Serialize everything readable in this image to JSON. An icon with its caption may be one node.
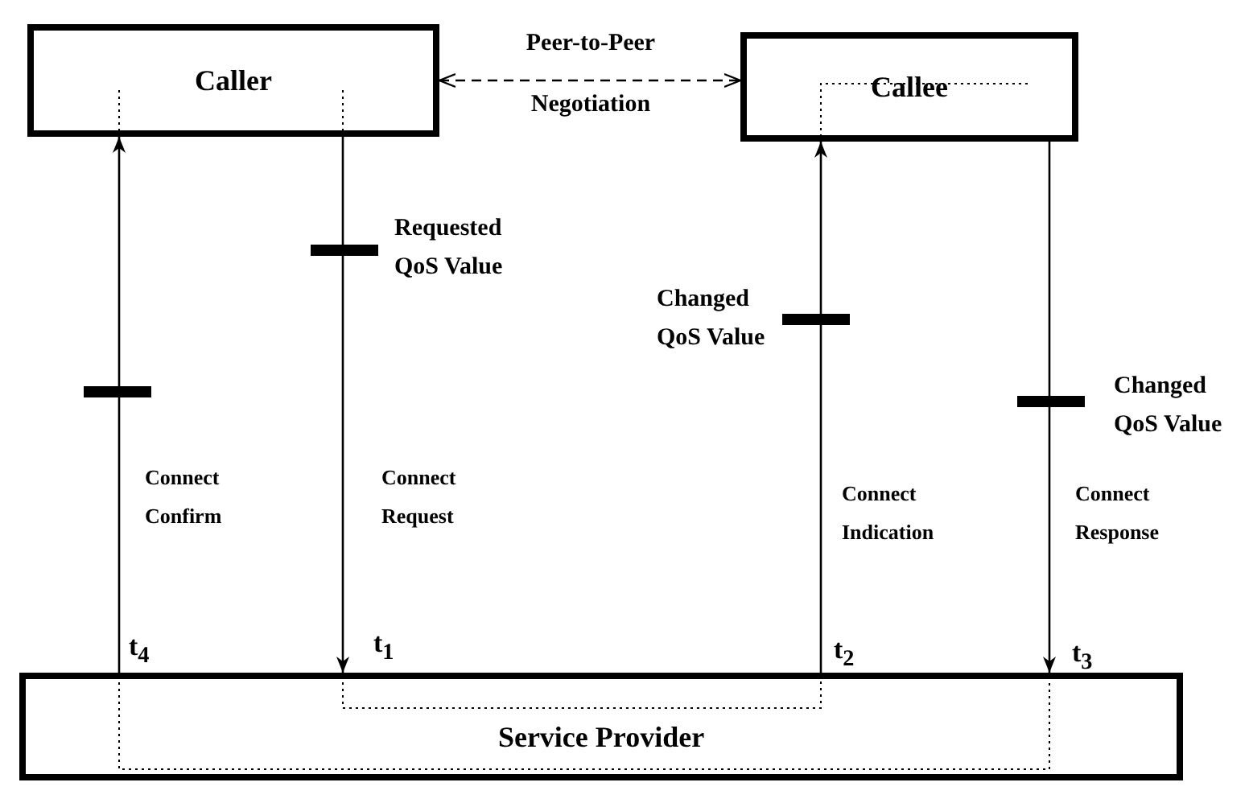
{
  "diagram": {
    "nodes": [
      {
        "text": [
          "Caller"
        ]
      },
      {
        "text": [
          "Callee"
        ]
      },
      {
        "text": [
          "Service Provider"
        ]
      }
    ],
    "edges": [
      {
        "from": 0,
        "to": 1,
        "arrow": "both",
        "style": "dashed",
        "label": "Peer-to-Peer Negotiation"
      },
      {
        "from": 2,
        "to": 0,
        "arrow": "to",
        "label": "Connect Confirm"
      },
      {
        "from": 0,
        "to": 2,
        "arrow": "to",
        "label": "Connect Request"
      },
      {
        "from": 2,
        "to": 1,
        "arrow": "to",
        "label": "Connect Indication"
      },
      {
        "from": 1,
        "to": 2,
        "arrow": "to",
        "label": "Connect Response"
      }
    ],
    "labels": [
      "Requested QoS Value",
      "Changed QoS Value",
      "Changed QoS Value",
      "t$_{4}$",
      "t$_{1}$",
      "t$_{2}$",
      "t$_{3}$"
    ]
  }
}
